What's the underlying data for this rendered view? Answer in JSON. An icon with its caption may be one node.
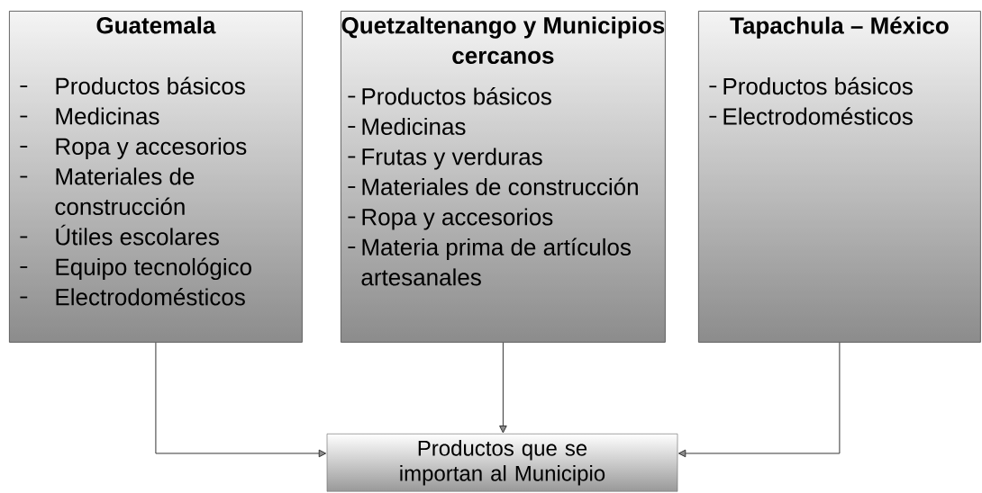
{
  "diagram": {
    "nodes": [
      {
        "text": [
          "Guatemala",
          "Productos básicos",
          "Medicinas",
          "Ropa y accesorios",
          "Materiales de construcción",
          "Útiles escolares",
          "Equipo tecnológico",
          "Electrodomésticos"
        ]
      },
      {
        "text": [
          "Quetzaltenango y Municipios cercanos",
          "Productos básicos",
          "Medicinas",
          "Frutas y verduras",
          "Materiales de construcción",
          "Ropa y accesorios",
          "Materia prima de artículos artesanales"
        ]
      },
      {
        "text": [
          "Tapachula – México",
          "Productos básicos",
          "Electrodomésticos"
        ]
      },
      {
        "text": [
          "Productos que se importan al Municipio"
        ]
      }
    ],
    "edges": [
      {
        "from": 0,
        "to": 3,
        "arrow": "to"
      },
      {
        "from": 1,
        "to": 3,
        "arrow": "to"
      },
      {
        "from": 2,
        "to": 3,
        "arrow": "to"
      }
    ]
  }
}
